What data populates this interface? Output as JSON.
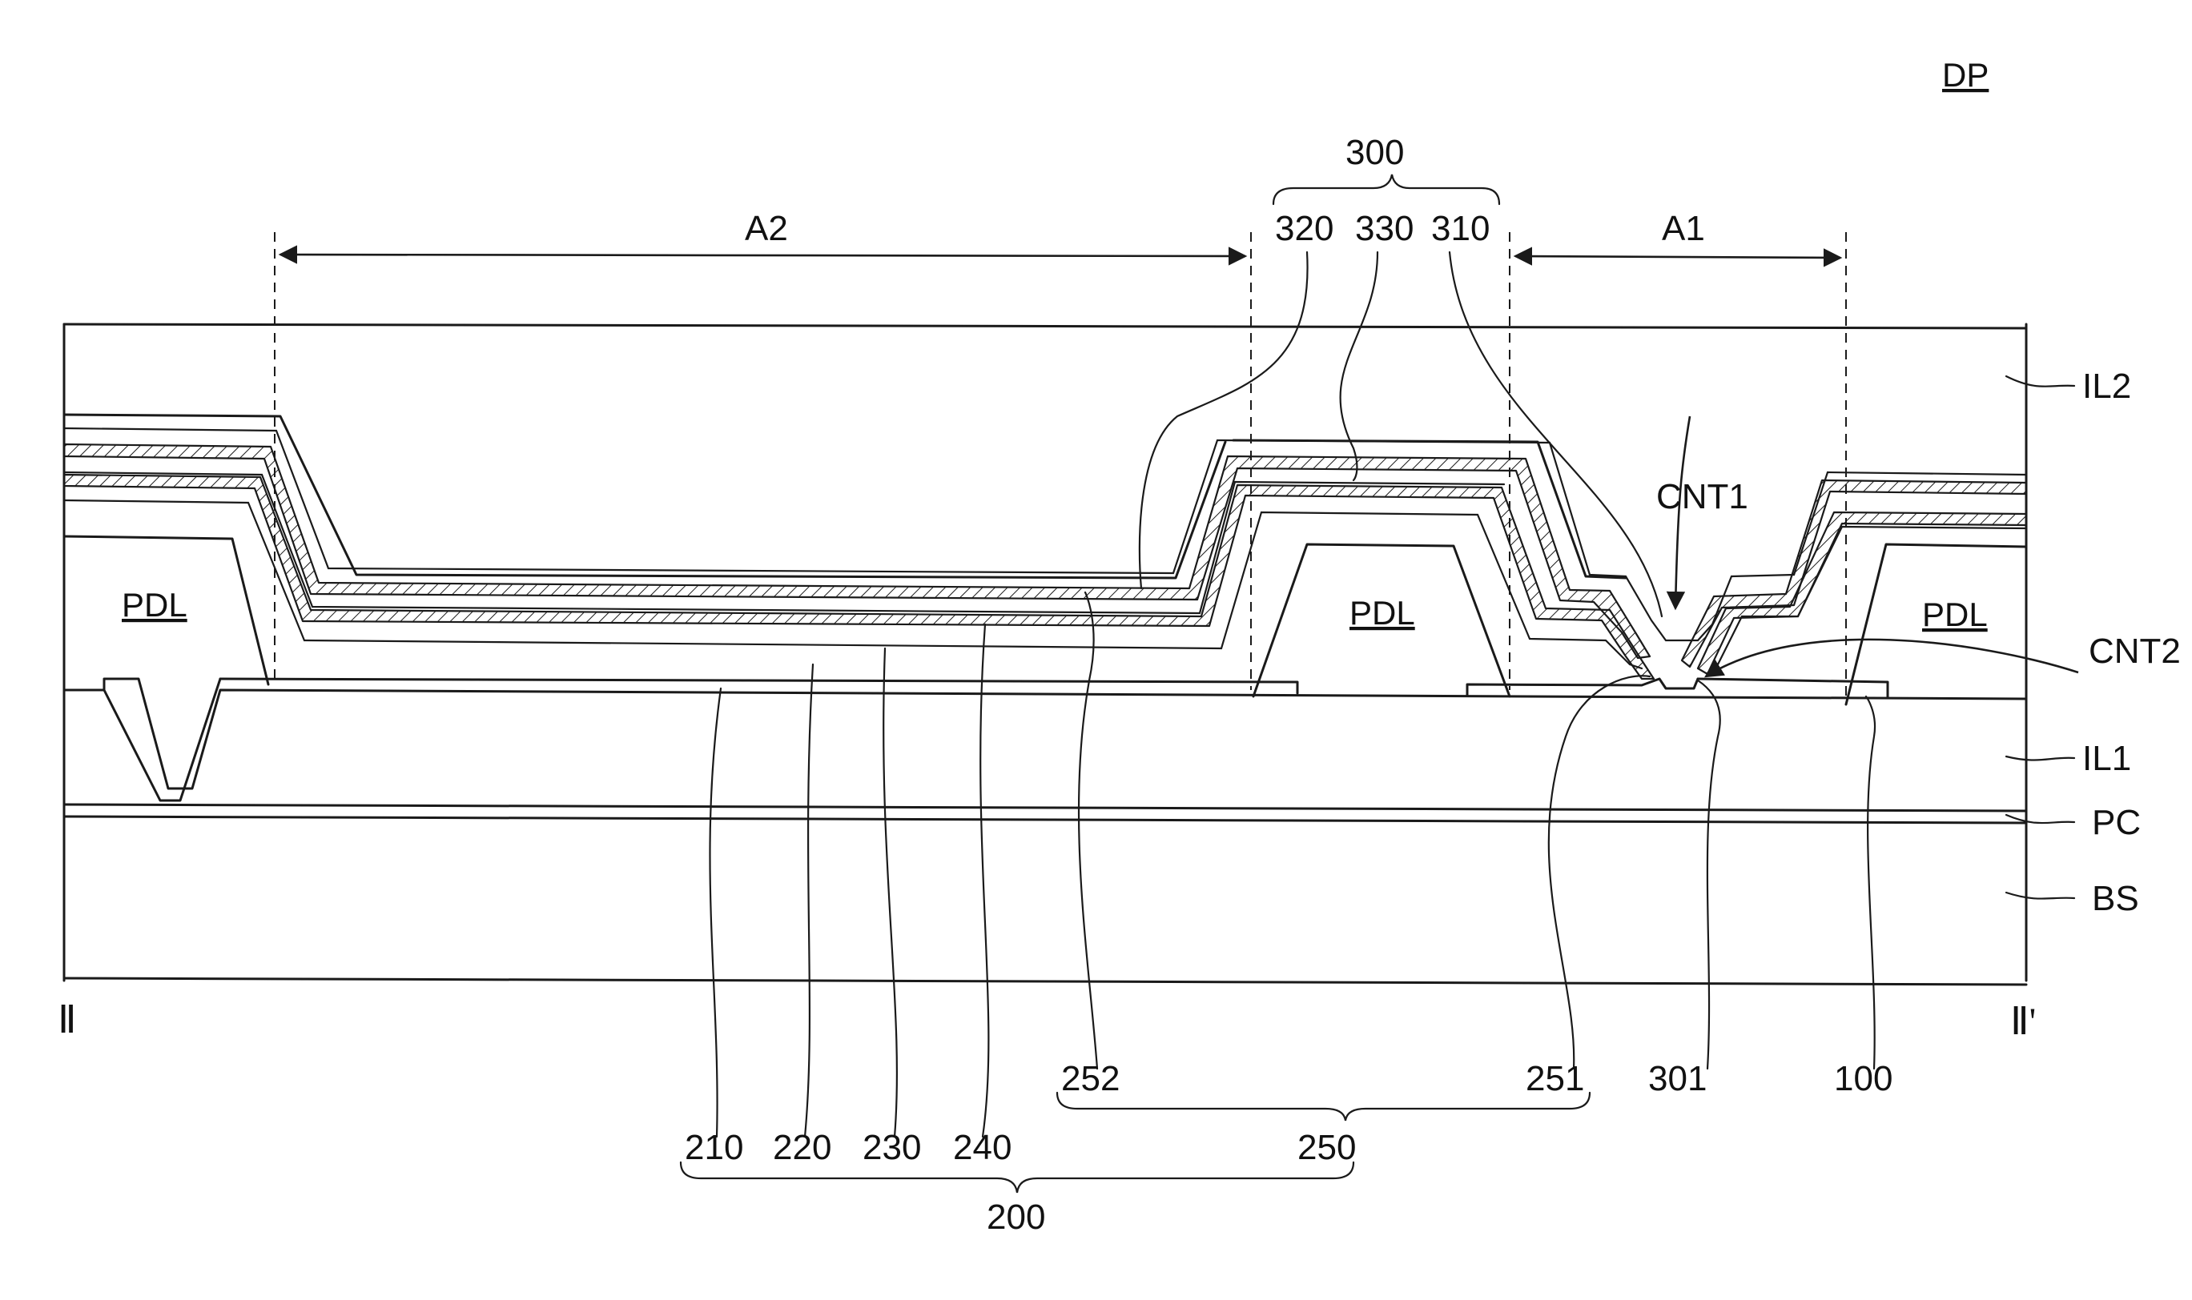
{
  "figure_id": "DP",
  "section_start": "Ⅱ",
  "section_end": "Ⅱ'",
  "regions": {
    "a2": "A2",
    "a1": "A1"
  },
  "groups": {
    "g300": "300",
    "g250": "250",
    "g200": "200"
  },
  "pdl": {
    "left": "PDL",
    "mid": "PDL",
    "right": "PDL"
  },
  "contacts": {
    "cnt1": "CNT1",
    "cnt2": "CNT2"
  },
  "layers": {
    "il2": "IL2",
    "il1": "IL1",
    "pc": "PC",
    "bs": "BS"
  },
  "refs": {
    "r320": "320",
    "r330": "330",
    "r310": "310",
    "r252": "252",
    "r251": "251",
    "r301": "301",
    "r100": "100",
    "r210": "210",
    "r220": "220",
    "r230": "230",
    "r240": "240"
  }
}
